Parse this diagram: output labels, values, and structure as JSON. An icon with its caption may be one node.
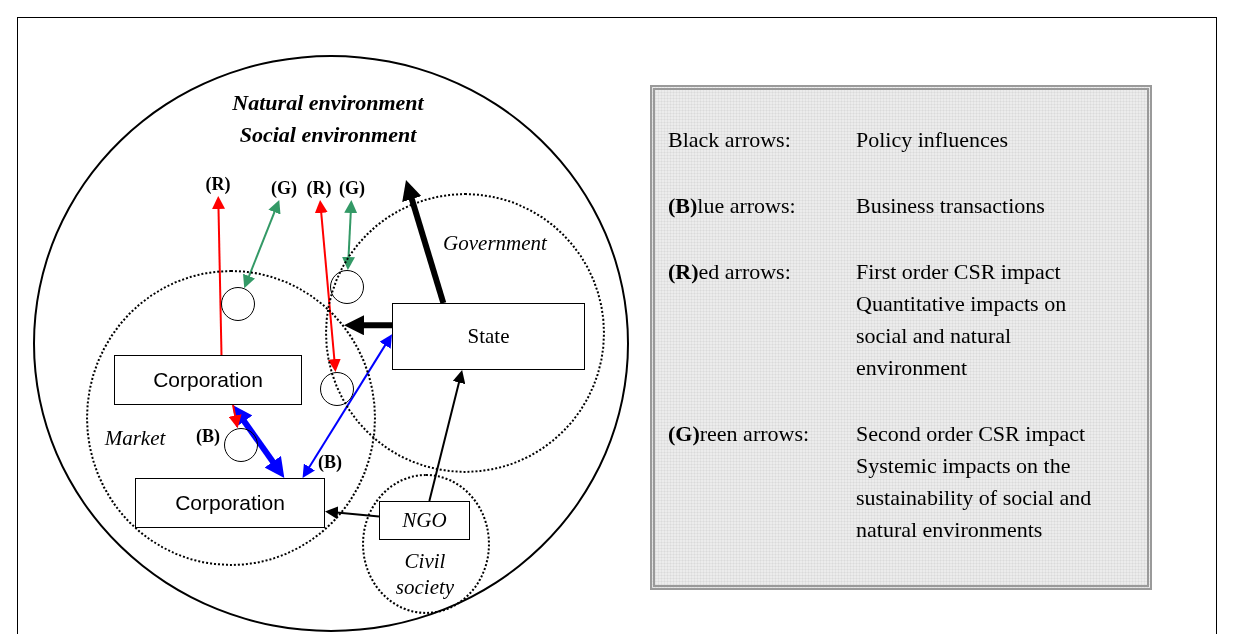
{
  "diagram": {
    "nodes": [
      {
        "text": [
          "Natural environment",
          "Social environment"
        ]
      },
      {
        "text": [
          "Government"
        ],
        "in": 0
      },
      {
        "text": [
          "Market"
        ],
        "in": 0
      },
      {
        "text": [
          "Civil society"
        ],
        "in": 0
      },
      {
        "text": [
          "State"
        ],
        "in": 1
      },
      {
        "text": [
          "Corporation"
        ],
        "in": 2
      },
      {
        "text": [
          "Corporation"
        ],
        "in": 2
      },
      {
        "text": [
          "NGO"
        ],
        "in": 3
      },
      {
        "text": [],
        "shape": "circle",
        "in": 2
      },
      {
        "text": [],
        "shape": "circle"
      },
      {
        "text": [],
        "shape": "circle",
        "in": 2
      },
      {
        "text": [],
        "shape": "circle",
        "in": 2
      },
      {
        "text": [
          "(R)"
        ],
        "in": 0
      },
      {
        "text": [
          "(G)"
        ],
        "in": 0
      },
      {
        "text": [
          "(R)"
        ],
        "in": 0
      },
      {
        "text": [
          "(G)"
        ],
        "in": 0
      }
    ],
    "edges": [
      {
        "from": 5,
        "to": 12,
        "arrow": "to",
        "color": "#ff0000"
      },
      {
        "from": 8,
        "to": 13,
        "arrow": "both",
        "color": "#339966"
      },
      {
        "from": 10,
        "to": 14,
        "arrow": "both",
        "color": "#ff0000"
      },
      {
        "from": 9,
        "to": 15,
        "arrow": "both",
        "color": "#339966"
      },
      {
        "from": 4,
        "to": null,
        "arrow": "to",
        "style": "thick"
      },
      {
        "from": 4,
        "to": 2,
        "arrow": "to",
        "style": "thick"
      },
      {
        "from": 6,
        "to": 4,
        "arrow": "both",
        "color": "#0000ff"
      },
      {
        "from": 5,
        "to": 6,
        "arrow": "both",
        "style": "thick",
        "color": "#0000ff"
      },
      {
        "from": 7,
        "to": 4,
        "arrow": "to"
      },
      {
        "from": 7,
        "to": 6,
        "arrow": "to"
      },
      {
        "from": 5,
        "to": 11,
        "arrow": "to",
        "color": "#ff0000"
      }
    ],
    "labels": [
      "(B)",
      "(B)",
      "Black arrows:",
      "Policy influences",
      "**(B)**lue arrows:",
      "Business transactions",
      "**(R)**ed arrows:",
      "First order CSR impact",
      "Quantitative impacts on social and natural environment",
      "**(G)**reen arrows:",
      "Second order CSR impact",
      "Systemic impacts on the sustainability of social and natural environments"
    ]
  }
}
